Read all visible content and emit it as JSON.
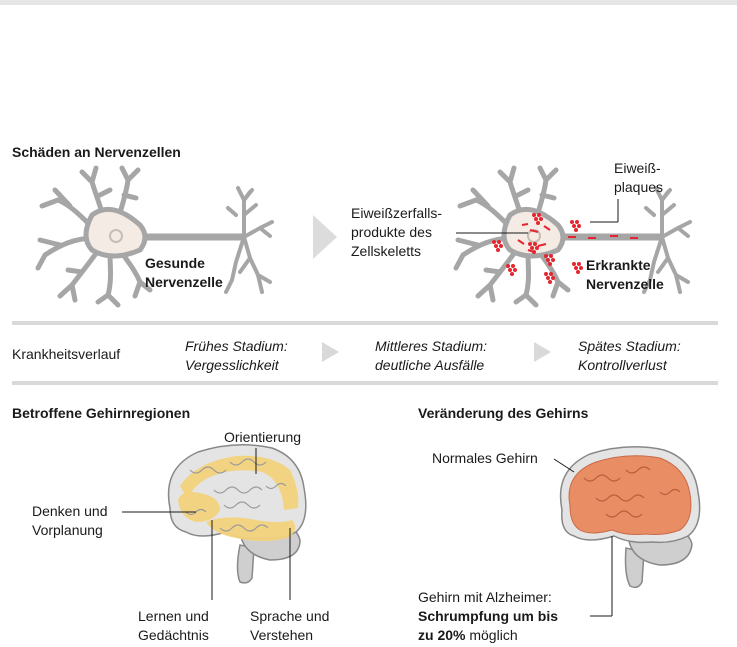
{
  "section_neurons": {
    "title": "Schäden an Nervenzellen",
    "healthy_line1": "Gesunde",
    "healthy_line2": "Nervenzelle",
    "diseased_line1": "Erkrankte",
    "diseased_line2": "Nervenzelle",
    "protein_breakdown_line1": "Eiweißzerfalls-",
    "protein_breakdown_line2": "produkte des",
    "protein_breakdown_line3": "Zellskeletts",
    "plaques_line1": "Eiweiß-",
    "plaques_line2": "plaques"
  },
  "progression": {
    "label": "Krankheitsverlauf",
    "stages": [
      {
        "line1": "Frühes Stadium:",
        "line2": "Vergesslichkeit"
      },
      {
        "line1": "Mittleres Stadium:",
        "line2": "deutliche Ausfälle"
      },
      {
        "line1": "Spätes Stadium:",
        "line2": "Kontrollverlust"
      }
    ]
  },
  "section_regions": {
    "title": "Betroffene Gehirnregionen",
    "orientation": "Orientierung",
    "thinking_line1": "Denken und",
    "thinking_line2": "Vorplanung",
    "learning_line1": "Lernen und",
    "learning_line2": "Gedächtnis",
    "language_line1": "Sprache und",
    "language_line2": "Verstehen"
  },
  "section_change": {
    "title": "Veränderung des Gehirns",
    "normal": "Normales Gehirn",
    "alz_line1": "Gehirn mit Alzheimer:",
    "alz_line2": "Schrumpfung um bis",
    "alz_line3_bold": "zu 20%",
    "alz_line3_rest": " möglich"
  },
  "colors": {
    "neuron_gray": "#a6a6a6",
    "neuron_body": "#f3ebe4",
    "plaque_red": "#e3262f",
    "region_yellow": "#f2d27c",
    "shrunk_orange": "#e98d65",
    "brain_gray": "#cfcfcf"
  }
}
